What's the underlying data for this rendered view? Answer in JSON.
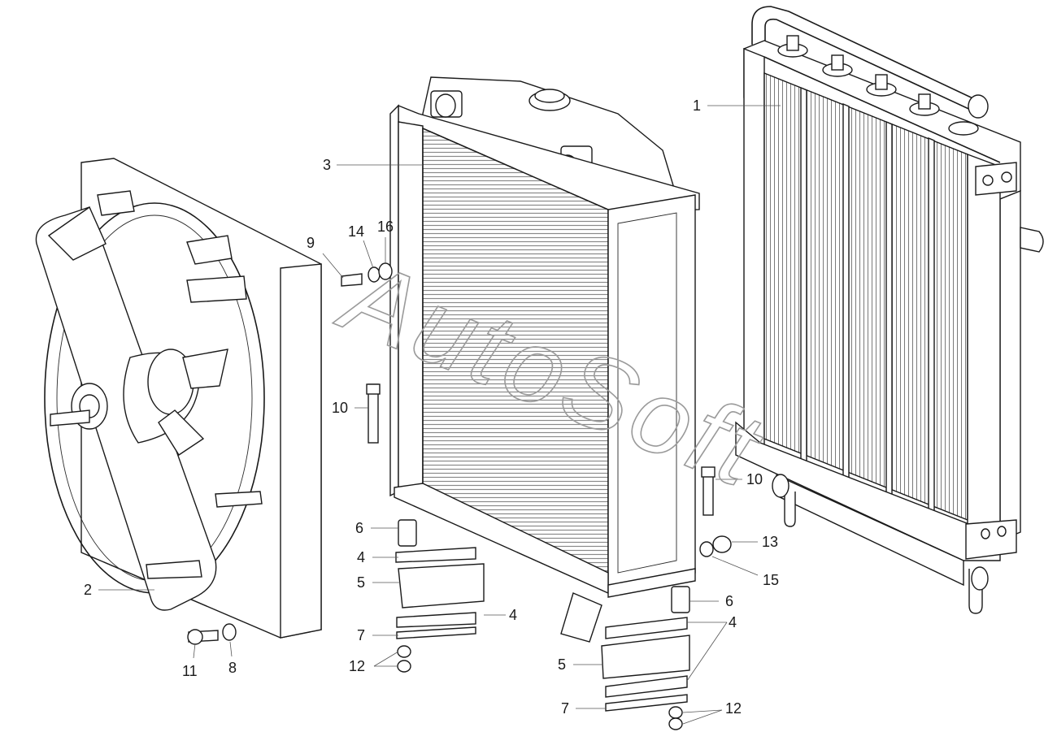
{
  "watermark": "AutoSoft",
  "callouts": [
    {
      "id": "c1",
      "text": "1"
    },
    {
      "id": "c2",
      "text": "2"
    },
    {
      "id": "c3",
      "text": "3"
    },
    {
      "id": "c4a",
      "text": "4"
    },
    {
      "id": "c4b",
      "text": "4"
    },
    {
      "id": "c4c",
      "text": "4"
    },
    {
      "id": "c5a",
      "text": "5"
    },
    {
      "id": "c5b",
      "text": "5"
    },
    {
      "id": "c6a",
      "text": "6"
    },
    {
      "id": "c6b",
      "text": "6"
    },
    {
      "id": "c7a",
      "text": "7"
    },
    {
      "id": "c7b",
      "text": "7"
    },
    {
      "id": "c8",
      "text": "8"
    },
    {
      "id": "c9",
      "text": "9"
    },
    {
      "id": "c10a",
      "text": "10"
    },
    {
      "id": "c10b",
      "text": "10"
    },
    {
      "id": "c11",
      "text": "11"
    },
    {
      "id": "c12a",
      "text": "12"
    },
    {
      "id": "c12b",
      "text": "12"
    },
    {
      "id": "c13",
      "text": "13"
    },
    {
      "id": "c14",
      "text": "14"
    },
    {
      "id": "c15",
      "text": "15"
    },
    {
      "id": "c16",
      "text": "16"
    }
  ]
}
